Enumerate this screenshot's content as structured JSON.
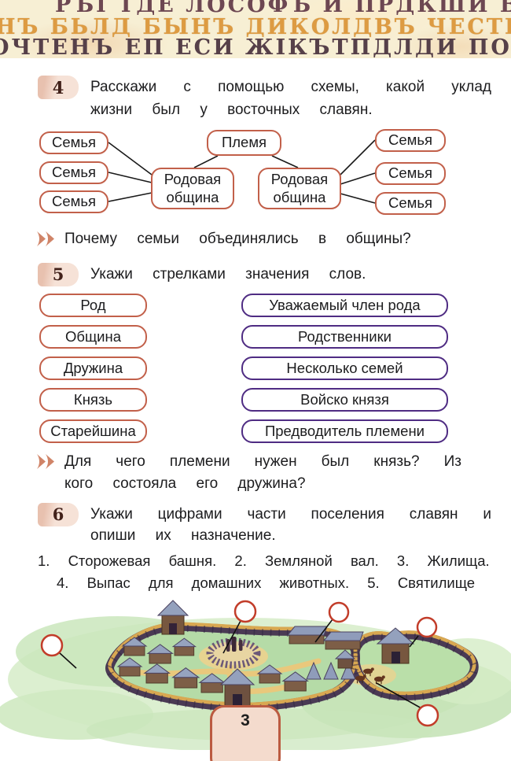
{
  "header": {
    "line1": "РЪІ ТДЕ ЛОСОФЪ И ПРДКШИ ВЪРЫ ТДЕ",
    "line2": "НЪ БЬЛД БЫНЪ ДИКОЛДВЪ ЧЕСТЕНЪ БЬЛ",
    "line3": "ОЧТЕНЪ ЕП ЕСИ ЖІКЪТПДЛДИ ПОЧТЕНЪ"
  },
  "task4": {
    "number": "4",
    "text": "Расскажи с помощью схемы, какой уклад жизни был у восточных славян."
  },
  "diagram": {
    "tribe": "Племя",
    "clan": "Родовая община",
    "family": "Семья"
  },
  "question1": {
    "text": "Почему семьи объединялись в общины?"
  },
  "task5": {
    "number": "5",
    "text": "Укажи стрелками значения слов.",
    "terms": [
      "Род",
      "Община",
      "Дружина",
      "Князь",
      "Старейшина"
    ],
    "definitions": [
      "Уважаемый член рода",
      "Родственники",
      "Несколько семей",
      "Войско князя",
      "Предводитель племени"
    ]
  },
  "question2": {
    "text": "Для чего племени нужен был князь? Из кого состояла его дружина?"
  },
  "task6": {
    "number": "6",
    "text": "Укажи цифрами части поселения славян и опиши их назначение.",
    "legend_line1": "1. Сторожевая башня.  2. Земляной вал.  3. Жилища.",
    "legend_line2": "4. Выпас для домашних животных.  5. Святилище"
  },
  "page": {
    "number": "3"
  },
  "colors": {
    "accent_orange": "#c2604a",
    "accent_purple": "#4f2c83",
    "badge_bg": "#f6e2d7",
    "chevron": "#d08468",
    "callout_red": "#c23d2a"
  }
}
